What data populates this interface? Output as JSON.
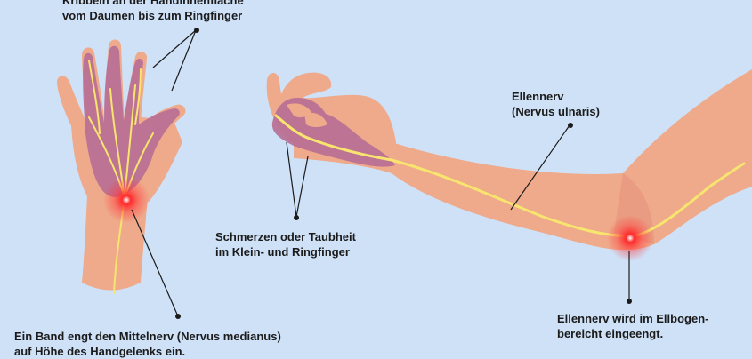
{
  "labels": {
    "palm_tingling": {
      "line1": "Kribbeln an der Handinnenfläche",
      "line2": "vom Daumen bis zum Ringfinger"
    },
    "finger_pain": {
      "line1": "Schmerzen oder Taubheit",
      "line2": "im Klein- und Ringfinger"
    },
    "median_nerve": {
      "line1": "Ein Band engt den Mittelnerv (Nervus medianus)",
      "line2": "auf Höhe des Handgelenks ein."
    },
    "ulnar_nerve": {
      "line1": "Ellennerv",
      "line2": "(Nervus ulnaris)"
    },
    "elbow_compression": {
      "line1": "Ellennerv wird im Ellbogen-",
      "line2": "bereicht eingeengt."
    }
  },
  "colors": {
    "background": "#cfe1f7",
    "skin": "#efa98b",
    "skin_shadow": "#e3917a",
    "affected_area": "#b86f95",
    "nerve": "#f7e56f",
    "hotspot": "#ff2a2a",
    "leader_line": "#1b1b1b"
  }
}
